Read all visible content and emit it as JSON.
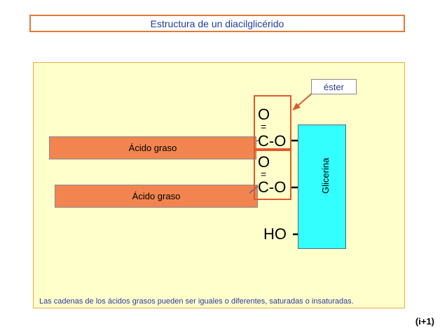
{
  "title": "Estructura de un diacilglicérido",
  "fatty_acids": [
    "Ácido graso",
    "Ácido graso"
  ],
  "ester_tag": "éster",
  "glycerin_label": "Glicerina",
  "groups": {
    "carbonyl_o_1": "O",
    "ester_1": "C-O",
    "carbonyl_o_2": "O",
    "ester_2": "C-O",
    "hydroxyl": "HO"
  },
  "double_bond": "=",
  "caption": "Las cadenas de los ácidos grasos pueden ser iguales o diferentes, saturadas o insaturadas.",
  "slide_number": "(i+1)",
  "colors": {
    "panel": "#ffffcc",
    "fatty_acid": "#f2844f",
    "glycerin": "#33ffff",
    "ester_outline": "#e05a2a",
    "title_border": "#e07b39"
  }
}
